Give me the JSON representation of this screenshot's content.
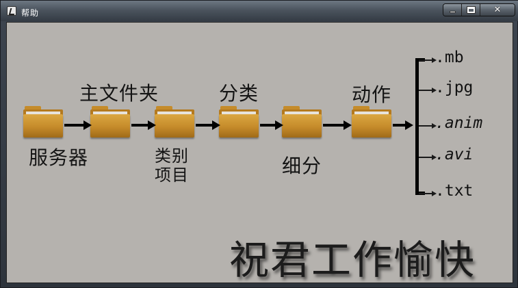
{
  "window": {
    "title": "帮助",
    "controls": {
      "minimize_icon": "minimize-icon",
      "maximize_icon": "maximize-icon",
      "close_icon": "close-icon",
      "close_glyph": "✕"
    }
  },
  "diagram": {
    "background_color": "#b5b2ae",
    "folder_color": "#c58b2a",
    "labels": {
      "server": "服务器",
      "main_folder": "主文件夹",
      "category_item_line1": "类别",
      "category_item_line2": "项目",
      "category": "分类",
      "subdivide": "细分",
      "action": "动作"
    },
    "extensions": [
      ".mb",
      ".jpg",
      ".anim",
      ".avi",
      ".txt"
    ]
  },
  "slogan": "祝君工作愉快"
}
